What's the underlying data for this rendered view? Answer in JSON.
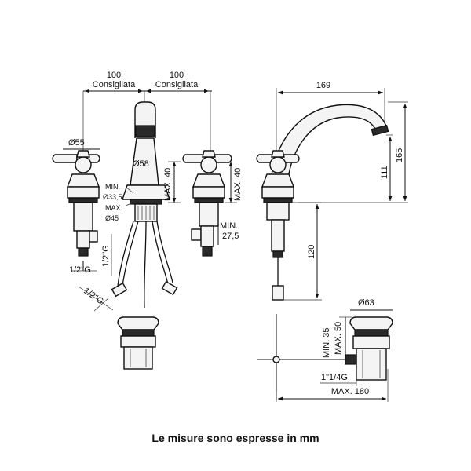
{
  "front_view": {
    "spacing_left_value": "100",
    "spacing_left_note": "Consigliata",
    "spacing_right_value": "100",
    "spacing_right_note": "Consigliata",
    "handle_diameter": "Ø55",
    "spout_diameter": "Ø58",
    "hole_min_label": "MIN.",
    "hole_min_value": "Ø33,5",
    "hole_max_label": "MAX.",
    "hole_max_value": "Ø45",
    "deck_max_left": "MAX. 40",
    "deck_max_right": "MAX. 40",
    "min_label": "MIN.",
    "min_value": "27,5",
    "thread_vertical": "1/2\"G",
    "thread_left": "1/2\"G",
    "thread_hose": "1/2\"G"
  },
  "side_view": {
    "reach": "169",
    "height_total": "165",
    "height_spout": "111",
    "hose_length": "120"
  },
  "waste_view": {
    "diameter": "Ø63",
    "min_label": "MIN. 35",
    "max_label": "MAX. 50",
    "thread": "1\"1/4G",
    "max_length": "MAX. 180"
  },
  "footnote": "Le misure sono espresse in mm"
}
